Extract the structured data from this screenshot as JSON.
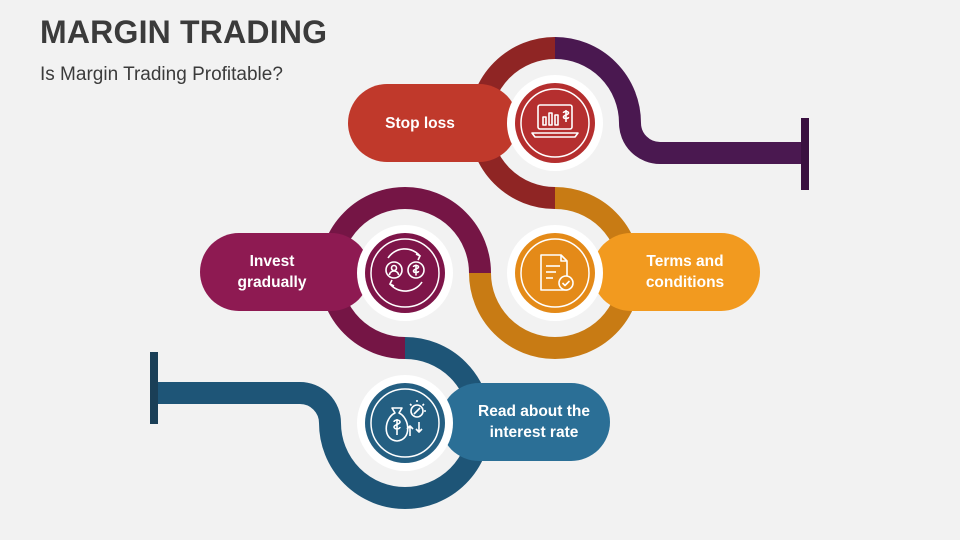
{
  "title": "MARGIN TRADING",
  "subtitle": "Is Margin Trading Profitable?",
  "steps": [
    {
      "label": "Stop loss",
      "icon": "laptop-dollar-chart-icon",
      "color": "#c0392b"
    },
    {
      "label": "Terms and conditions",
      "icon": "document-check-icon",
      "color": "#f29a1f"
    },
    {
      "label": "Invest gradually",
      "icon": "person-dollar-exchange-icon",
      "color": "#8e1a52"
    },
    {
      "label": "Read about the interest rate",
      "icon": "money-bag-percent-icon",
      "color": "#2b6f96"
    }
  ],
  "colors": {
    "purple_track": "#4a1850",
    "red_track": "#8f2524",
    "orange_track": "#c87b14",
    "magenta_track": "#751545",
    "blue_track": "#1e5577"
  }
}
